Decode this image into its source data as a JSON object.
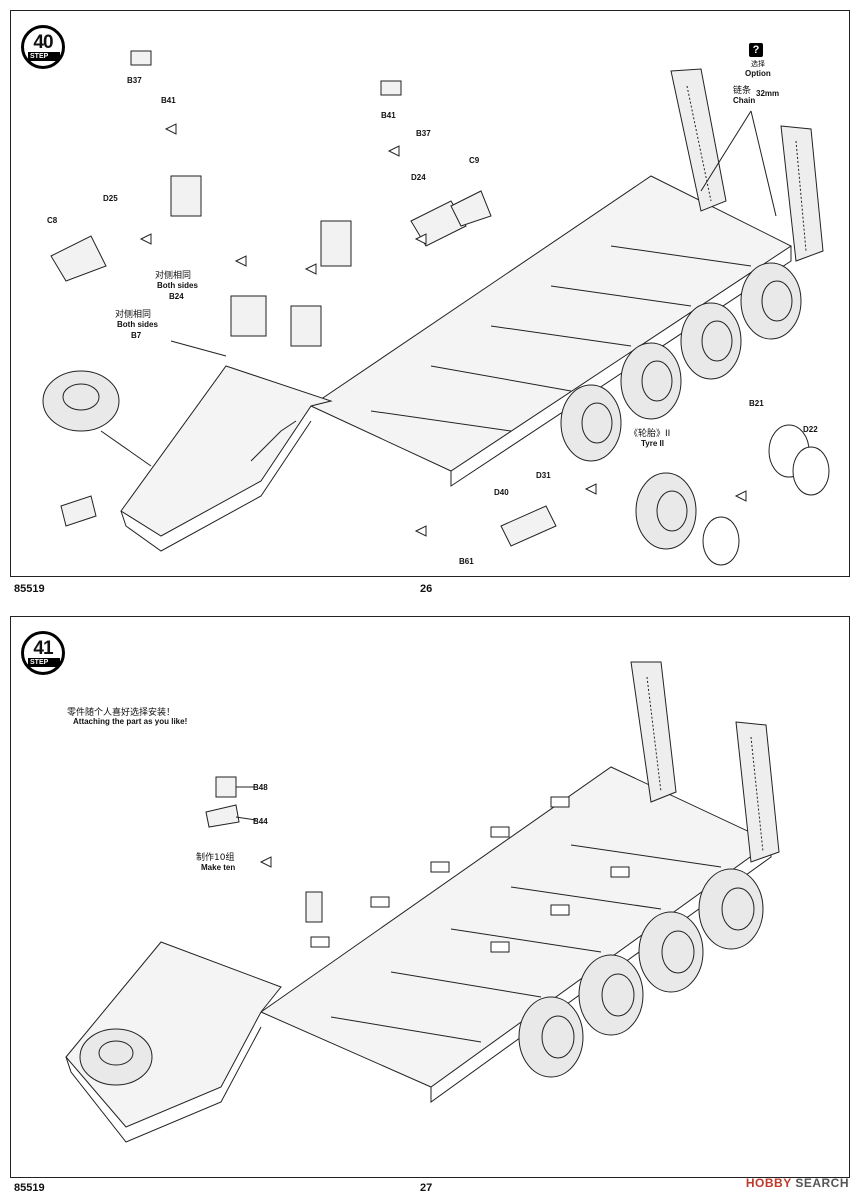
{
  "pages": [
    {
      "step_number": "40",
      "step_tag": "STEP",
      "code": "85519",
      "page_number": "26",
      "option_label_cn": "选择",
      "option_label_en": "Option",
      "chain_cn": "链条",
      "chain_en": "Chain",
      "chain_size": "32mm",
      "both_sides_cn": "对侧相同",
      "both_sides_en": "Both sides",
      "tyre_cn": "《轮胎》II",
      "tyre_en": "Tyre II",
      "parts": {
        "b37a": "B37",
        "b41a": "B41",
        "b41b": "B41",
        "b37b": "B37",
        "c8": "C8",
        "d25": "D25",
        "d24": "D24",
        "c9": "C9",
        "b24": "B24",
        "b7": "B7",
        "b21": "B21",
        "d22": "D22",
        "d40": "D40",
        "d31": "D31",
        "b61": "B61"
      }
    },
    {
      "step_number": "41",
      "step_tag": "STEP",
      "code": "85519",
      "page_number": "27",
      "note_cn": "零件随个人喜好选择安装！",
      "note_en": "Attaching the part as you like!",
      "make_ten_cn": "制作10组",
      "make_ten_en": "Make ten",
      "parts": {
        "b48": "B48",
        "b44": "B44"
      }
    }
  ],
  "watermark": {
    "prefix": "HOBBY",
    "suffix": "SEARCH"
  }
}
